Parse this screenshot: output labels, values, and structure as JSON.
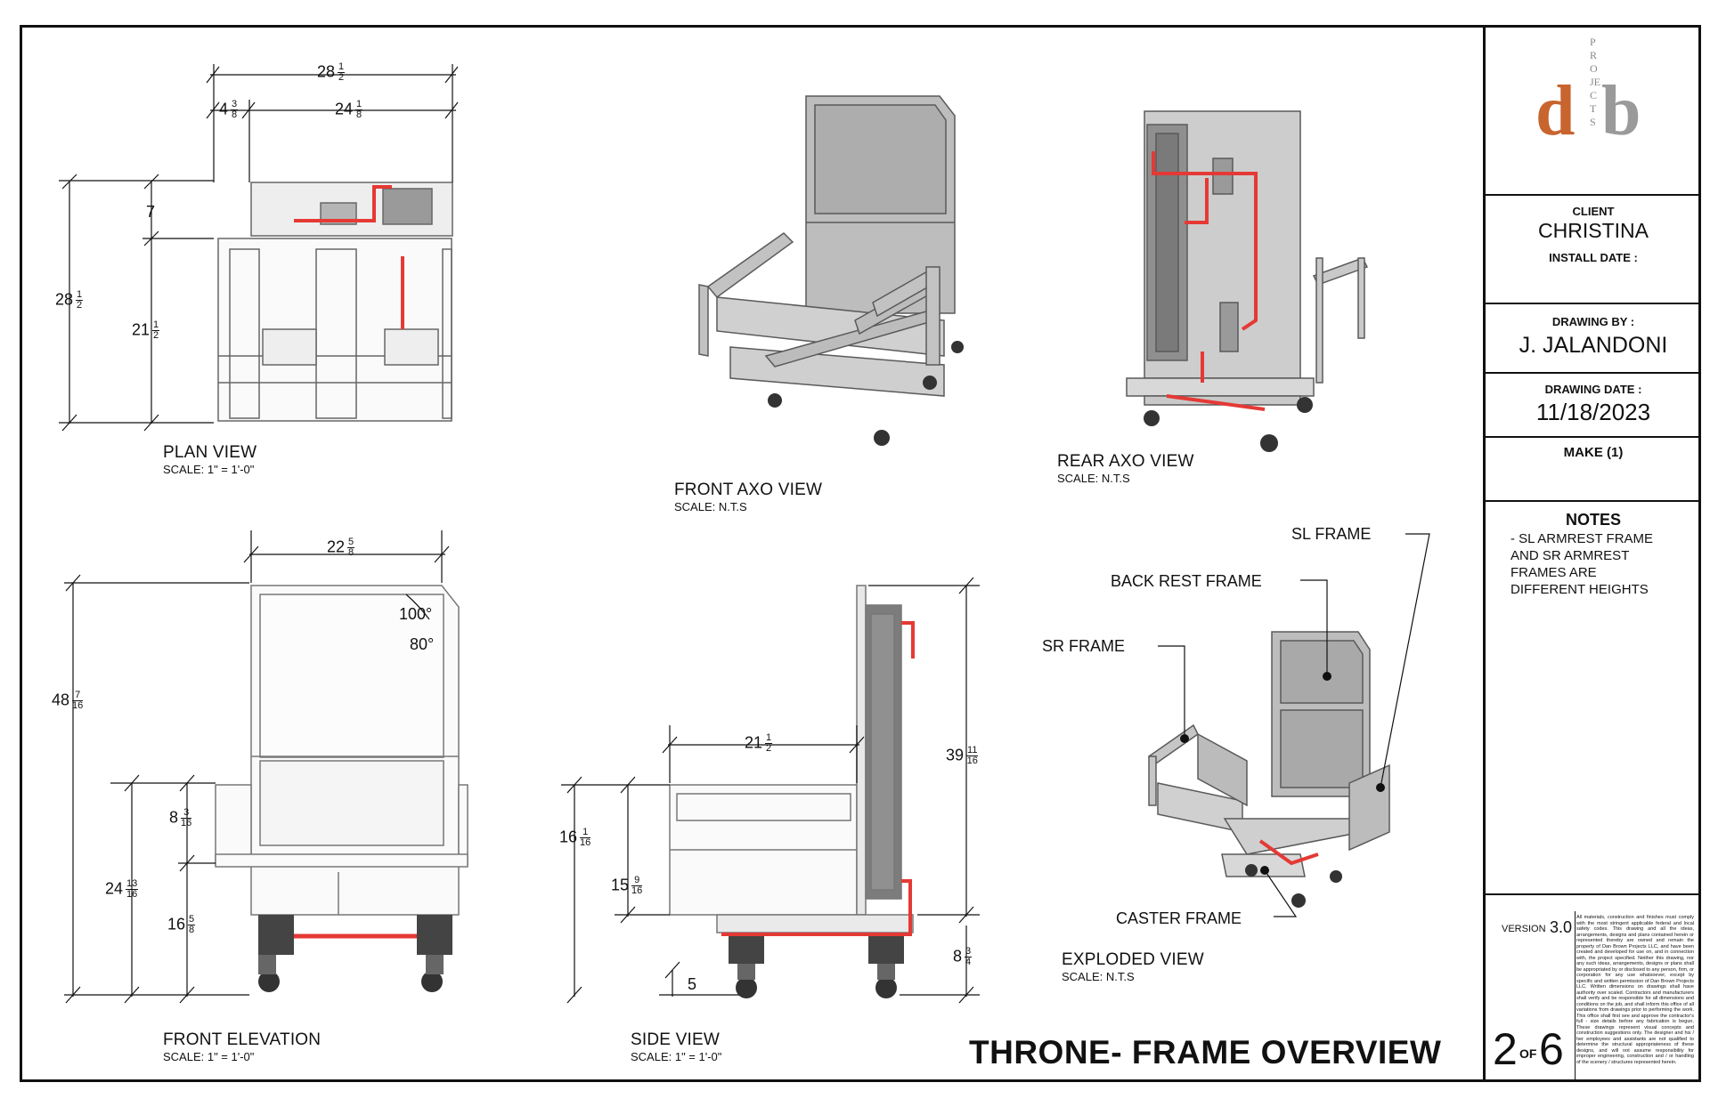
{
  "title_block": {
    "logo_letter_d": "d",
    "logo_letter_b": "b",
    "logo_projects": "PROJECTS",
    "client_label": "CLIENT",
    "client_value": "CHRISTINA",
    "install_date_label": "INSTALL DATE :",
    "drawing_by_label": "DRAWING BY :",
    "drawing_by_value": "J. JALANDONI",
    "drawing_date_label": "DRAWING DATE :",
    "drawing_date_value": "11/18/2023",
    "make_label": "MAKE (1)",
    "notes_title": "NOTES",
    "notes_text": "- SL ARMREST FRAME AND SR ARMREST FRAMES ARE DIFFERENT HEIGHTS",
    "version_label": "VERSION",
    "version_value": "3.0",
    "disclaimer": "All materials, construction and finishes must comply with the most stringent applicable federal and local safety codes. This drawing and all the ideas, arrangements, designs and plans contained herein or represented thereby are owned and remain the property of Dan Brown Projects LLC, and have been created and developed for use on, and in connection with, the project specified. Neither this drawing, nor any such ideas, arrangements, designs or plans shall be appropriated by or disclosed to any person, firm, or corporation for any use whatsoever, except by specific and written permission of Dan Brown Projects LLC. Written dimensions on drawings shall have authority over scaled. Contractors and manufacturers shall verify and be responsible for all dimensions and conditions on the job, and shall inform this office of all variations from drawings prior to performing the work. This office shall first see and approve the contractor's full - size details before any fabrication is begun. These drawings represent visual concepts and construction suggestions only. The designer and his / her employees and assistants are not qualified to determine the structural appropriateness of these designs, and will not assume responsibility for improper engineering, construction and / or handling of the scenery / structures represented herein.",
    "sheet_number": "2",
    "sheet_of": "OF",
    "sheet_total": "6"
  },
  "sheet_title": "THRONE- FRAME OVERVIEW",
  "views": {
    "plan": {
      "title": "PLAN VIEW",
      "scale": "SCALE: 1\" = 1'-0\""
    },
    "front_axo": {
      "title": "FRONT AXO VIEW",
      "scale": "SCALE: N.T.S"
    },
    "rear_axo": {
      "title": "REAR AXO VIEW",
      "scale": "SCALE: N.T.S"
    },
    "front_elevation": {
      "title": "FRONT ELEVATION",
      "scale": "SCALE: 1\" = 1'-0\""
    },
    "side": {
      "title": "SIDE VIEW",
      "scale": "SCALE: 1\" = 1'-0\""
    },
    "exploded": {
      "title": "EXPLODED VIEW",
      "scale": "SCALE: N.T.S"
    }
  },
  "callouts": {
    "sl_frame": "SL FRAME",
    "back_rest_frame": "BACK REST FRAME",
    "sr_frame": "SR FRAME",
    "caster_frame": "CASTER FRAME"
  },
  "dims": {
    "plan_top_w": "28",
    "plan_top_w_n": "1",
    "plan_top_w_d": "2",
    "plan_left_4": "4",
    "plan_left_4_n": "3",
    "plan_left_4_d": "8",
    "plan_24": "24",
    "plan_24_n": "1",
    "plan_24_d": "8",
    "plan_7": "7",
    "plan_h": "28",
    "plan_h_n": "1",
    "plan_h_d": "2",
    "plan_21": "21",
    "plan_21_n": "1",
    "plan_21_d": "2",
    "fe_w": "22",
    "fe_w_n": "5",
    "fe_w_d": "8",
    "fe_100": "100°",
    "fe_80": "80°",
    "fe_h": "48",
    "fe_h_n": "7",
    "fe_h_d": "16",
    "fe_8": "8",
    "fe_8_n": "3",
    "fe_8_d": "16",
    "fe_24": "24",
    "fe_24_n": "13",
    "fe_24_d": "16",
    "fe_16": "16",
    "fe_16_n": "5",
    "fe_16_d": "8",
    "sv_21": "21",
    "sv_21_n": "1",
    "sv_21_d": "2",
    "sv_39": "39",
    "sv_39_n": "11",
    "sv_39_d": "16",
    "sv_16": "16",
    "sv_16_n": "1",
    "sv_16_d": "16",
    "sv_15": "15",
    "sv_15_n": "9",
    "sv_15_d": "16",
    "sv_8": "8",
    "sv_8_n": "3",
    "sv_8_d": "4",
    "sv_5": "5"
  },
  "colors": {
    "frame": "#d6d6d6",
    "frame_dark": "#8a8a8a",
    "hose": "#e53935",
    "panel": "#c9c9c9",
    "logo_d": "#c8642e",
    "logo_b": "#9a9a9a"
  }
}
